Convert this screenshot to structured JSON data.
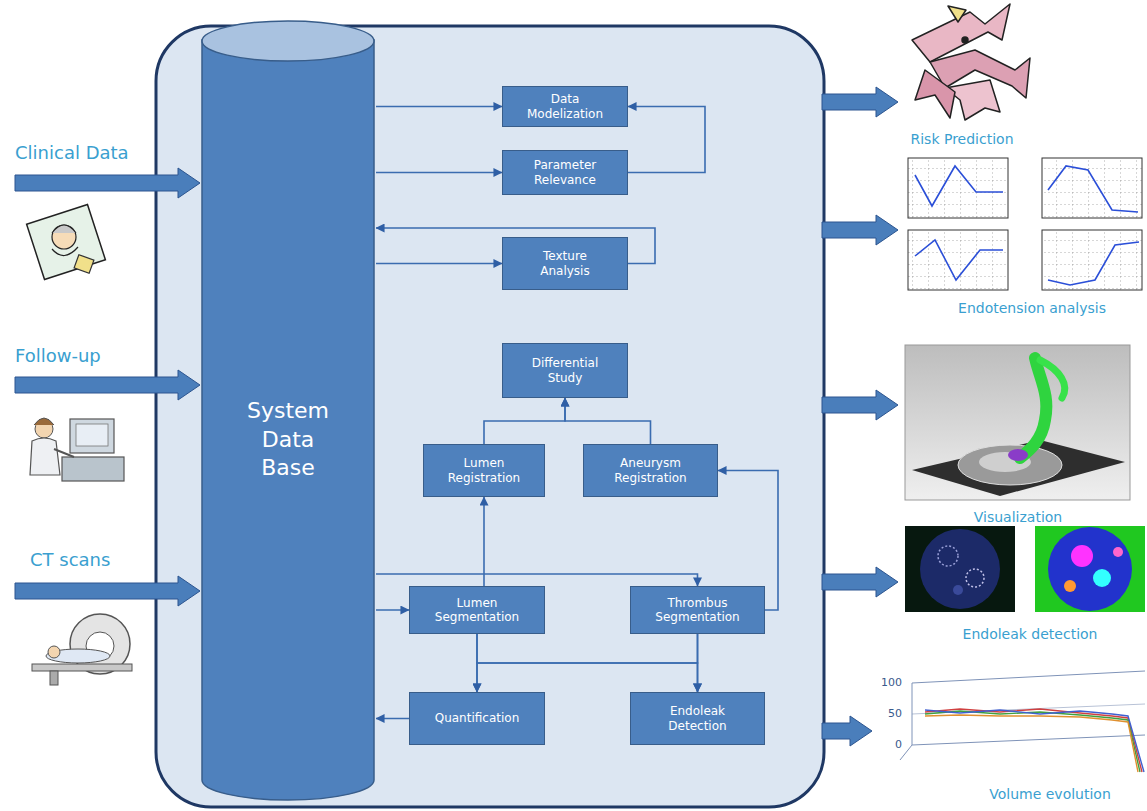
{
  "diagram": {
    "nodes": [
      {
        "text": [
          "System Data Base"
        ]
      },
      {
        "text": [
          "Data Modelization"
        ]
      },
      {
        "text": [
          "Parameter Relevance"
        ]
      },
      {
        "text": [
          "Texture Analysis"
        ]
      },
      {
        "text": [
          "Differential Study"
        ]
      },
      {
        "text": [
          "Lumen Registration"
        ]
      },
      {
        "text": [
          "Aneurysm Registration"
        ]
      },
      {
        "text": [
          "Lumen Segmentation"
        ]
      },
      {
        "text": [
          "Thrombus Segmentation"
        ]
      },
      {
        "text": [
          "Quantification"
        ]
      },
      {
        "text": [
          "Endoleak Detection"
        ]
      }
    ],
    "edges": [
      {
        "from": 0,
        "to": 1,
        "arrow": "to"
      },
      {
        "from": 0,
        "to": 2,
        "arrow": "to"
      },
      {
        "from": 2,
        "to": 1,
        "arrow": "to"
      },
      {
        "from": 3,
        "to": 0,
        "arrow": "to"
      },
      {
        "from": 0,
        "to": 3,
        "arrow": "to"
      },
      {
        "from": 0,
        "to": 8,
        "arrow": "to"
      },
      {
        "from": 0,
        "to": 7,
        "arrow": "to"
      },
      {
        "from": 7,
        "to": 5,
        "arrow": "to"
      },
      {
        "from": 8,
        "to": 6,
        "arrow": "to"
      },
      {
        "from": 5,
        "to": 4,
        "arrow": "to"
      },
      {
        "from": 6,
        "to": 4,
        "arrow": "to"
      },
      {
        "from": 7,
        "to": 9,
        "arrow": "to"
      },
      {
        "from": 7,
        "to": 10,
        "arrow": "to"
      },
      {
        "from": 8,
        "to": 9,
        "arrow": "to"
      },
      {
        "from": 8,
        "to": 10,
        "arrow": "to"
      },
      {
        "from": 9,
        "to": 0,
        "arrow": "to"
      }
    ],
    "labels": [
      "Clinical Data",
      "Follow-up",
      "CT scans",
      "Risk Prediction",
      "Endotension analysis",
      "Visualization",
      "Endoleak detection",
      "100",
      "50",
      "0",
      "Volume evolution"
    ]
  }
}
